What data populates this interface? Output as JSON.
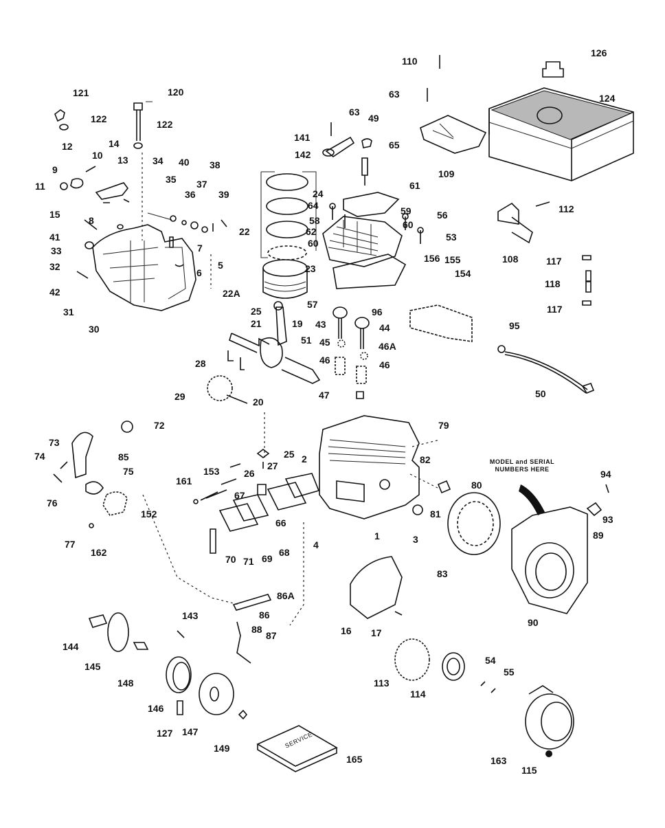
{
  "diagram": {
    "title": "Engine exploded parts diagram",
    "note": {
      "line1": "MODEL and SERIAL",
      "line2": "NUMBERS HERE"
    },
    "cover_text": "SERVICE",
    "labels": [
      {
        "id": "l121",
        "text": "121"
      },
      {
        "id": "l120",
        "text": "120"
      },
      {
        "id": "l122a",
        "text": "122"
      },
      {
        "id": "l122b",
        "text": "122"
      },
      {
        "id": "l12",
        "text": "12"
      },
      {
        "id": "l14",
        "text": "14"
      },
      {
        "id": "l10",
        "text": "10"
      },
      {
        "id": "l13",
        "text": "13"
      },
      {
        "id": "l9",
        "text": "9"
      },
      {
        "id": "l11",
        "text": "11"
      },
      {
        "id": "l15",
        "text": "15"
      },
      {
        "id": "l8",
        "text": "8"
      },
      {
        "id": "l41",
        "text": "41"
      },
      {
        "id": "l33",
        "text": "33"
      },
      {
        "id": "l32",
        "text": "32"
      },
      {
        "id": "l42",
        "text": "42"
      },
      {
        "id": "l31",
        "text": "31"
      },
      {
        "id": "l30",
        "text": "30"
      },
      {
        "id": "l34",
        "text": "34"
      },
      {
        "id": "l40",
        "text": "40"
      },
      {
        "id": "l38",
        "text": "38"
      },
      {
        "id": "l35",
        "text": "35"
      },
      {
        "id": "l37",
        "text": "37"
      },
      {
        "id": "l36",
        "text": "36"
      },
      {
        "id": "l39",
        "text": "39"
      },
      {
        "id": "l7",
        "text": "7"
      },
      {
        "id": "l6",
        "text": "6"
      },
      {
        "id": "l5",
        "text": "5"
      },
      {
        "id": "l110",
        "text": "110"
      },
      {
        "id": "l63a",
        "text": "63"
      },
      {
        "id": "l63b",
        "text": "63"
      },
      {
        "id": "l49",
        "text": "49"
      },
      {
        "id": "l141",
        "text": "141"
      },
      {
        "id": "l142",
        "text": "142"
      },
      {
        "id": "l65",
        "text": "65"
      },
      {
        "id": "l109",
        "text": "109"
      },
      {
        "id": "l126",
        "text": "126"
      },
      {
        "id": "l124",
        "text": "124"
      },
      {
        "id": "l24",
        "text": "24"
      },
      {
        "id": "l61",
        "text": "61"
      },
      {
        "id": "l22",
        "text": "22"
      },
      {
        "id": "l64",
        "text": "64"
      },
      {
        "id": "l58",
        "text": "58"
      },
      {
        "id": "l62",
        "text": "62"
      },
      {
        "id": "l60a",
        "text": "60"
      },
      {
        "id": "l59",
        "text": "59"
      },
      {
        "id": "l60b",
        "text": "60"
      },
      {
        "id": "l56",
        "text": "56"
      },
      {
        "id": "l53",
        "text": "53"
      },
      {
        "id": "l156a",
        "text": "156"
      },
      {
        "id": "l156b",
        "text": "155"
      },
      {
        "id": "l154",
        "text": "154"
      },
      {
        "id": "l112",
        "text": "112"
      },
      {
        "id": "l108",
        "text": "108"
      },
      {
        "id": "l117a",
        "text": "117"
      },
      {
        "id": "l118",
        "text": "118"
      },
      {
        "id": "l117b",
        "text": "117"
      },
      {
        "id": "l22A",
        "text": "22A"
      },
      {
        "id": "l23",
        "text": "23"
      },
      {
        "id": "l57",
        "text": "57"
      },
      {
        "id": "l96",
        "text": "96"
      },
      {
        "id": "l95",
        "text": "95"
      },
      {
        "id": "l25a",
        "text": "25"
      },
      {
        "id": "l21",
        "text": "21"
      },
      {
        "id": "l19",
        "text": "19"
      },
      {
        "id": "l43",
        "text": "43"
      },
      {
        "id": "l44",
        "text": "44"
      },
      {
        "id": "l45",
        "text": "45"
      },
      {
        "id": "l46A",
        "text": "46A"
      },
      {
        "id": "l51",
        "text": "51"
      },
      {
        "id": "l46a",
        "text": "46"
      },
      {
        "id": "l46b",
        "text": "46"
      },
      {
        "id": "l28",
        "text": "28"
      },
      {
        "id": "l47",
        "text": "47"
      },
      {
        "id": "l29",
        "text": "29"
      },
      {
        "id": "l20",
        "text": "20"
      },
      {
        "id": "l50",
        "text": "50"
      },
      {
        "id": "l72",
        "text": "72"
      },
      {
        "id": "l73",
        "text": "73"
      },
      {
        "id": "l74",
        "text": "74"
      },
      {
        "id": "l85",
        "text": "85"
      },
      {
        "id": "l75",
        "text": "75"
      },
      {
        "id": "l76",
        "text": "76"
      },
      {
        "id": "l153",
        "text": "153"
      },
      {
        "id": "l161",
        "text": "161"
      },
      {
        "id": "l25b",
        "text": "25"
      },
      {
        "id": "l26",
        "text": "26"
      },
      {
        "id": "l27",
        "text": "27"
      },
      {
        "id": "l2",
        "text": "2"
      },
      {
        "id": "l79",
        "text": "79"
      },
      {
        "id": "l82",
        "text": "82"
      },
      {
        "id": "l80",
        "text": "80"
      },
      {
        "id": "l81",
        "text": "81"
      },
      {
        "id": "l94",
        "text": "94"
      },
      {
        "id": "l93",
        "text": "93"
      },
      {
        "id": "l89",
        "text": "89"
      },
      {
        "id": "l67",
        "text": "67"
      },
      {
        "id": "l66",
        "text": "66"
      },
      {
        "id": "l152",
        "text": "152"
      },
      {
        "id": "l77",
        "text": "77"
      },
      {
        "id": "l162",
        "text": "162"
      },
      {
        "id": "l70",
        "text": "70"
      },
      {
        "id": "l71",
        "text": "71"
      },
      {
        "id": "l69",
        "text": "69"
      },
      {
        "id": "l68",
        "text": "68"
      },
      {
        "id": "l4",
        "text": "4"
      },
      {
        "id": "l1",
        "text": "1"
      },
      {
        "id": "l3",
        "text": "3"
      },
      {
        "id": "l83",
        "text": "83"
      },
      {
        "id": "l90",
        "text": "90"
      },
      {
        "id": "l86A",
        "text": "86A"
      },
      {
        "id": "l143",
        "text": "143"
      },
      {
        "id": "l86",
        "text": "86"
      },
      {
        "id": "l88",
        "text": "88"
      },
      {
        "id": "l87",
        "text": "87"
      },
      {
        "id": "l16",
        "text": "16"
      },
      {
        "id": "l17",
        "text": "17"
      },
      {
        "id": "l144",
        "text": "144"
      },
      {
        "id": "l145",
        "text": "145"
      },
      {
        "id": "l148",
        "text": "148"
      },
      {
        "id": "l113",
        "text": "113"
      },
      {
        "id": "l114",
        "text": "114"
      },
      {
        "id": "l54",
        "text": "54"
      },
      {
        "id": "l55",
        "text": "55"
      },
      {
        "id": "l146",
        "text": "146"
      },
      {
        "id": "l127",
        "text": "127"
      },
      {
        "id": "l147",
        "text": "147"
      },
      {
        "id": "l149",
        "text": "149"
      },
      {
        "id": "l165",
        "text": "165"
      },
      {
        "id": "l163",
        "text": "163"
      },
      {
        "id": "l115",
        "text": "115"
      }
    ]
  }
}
